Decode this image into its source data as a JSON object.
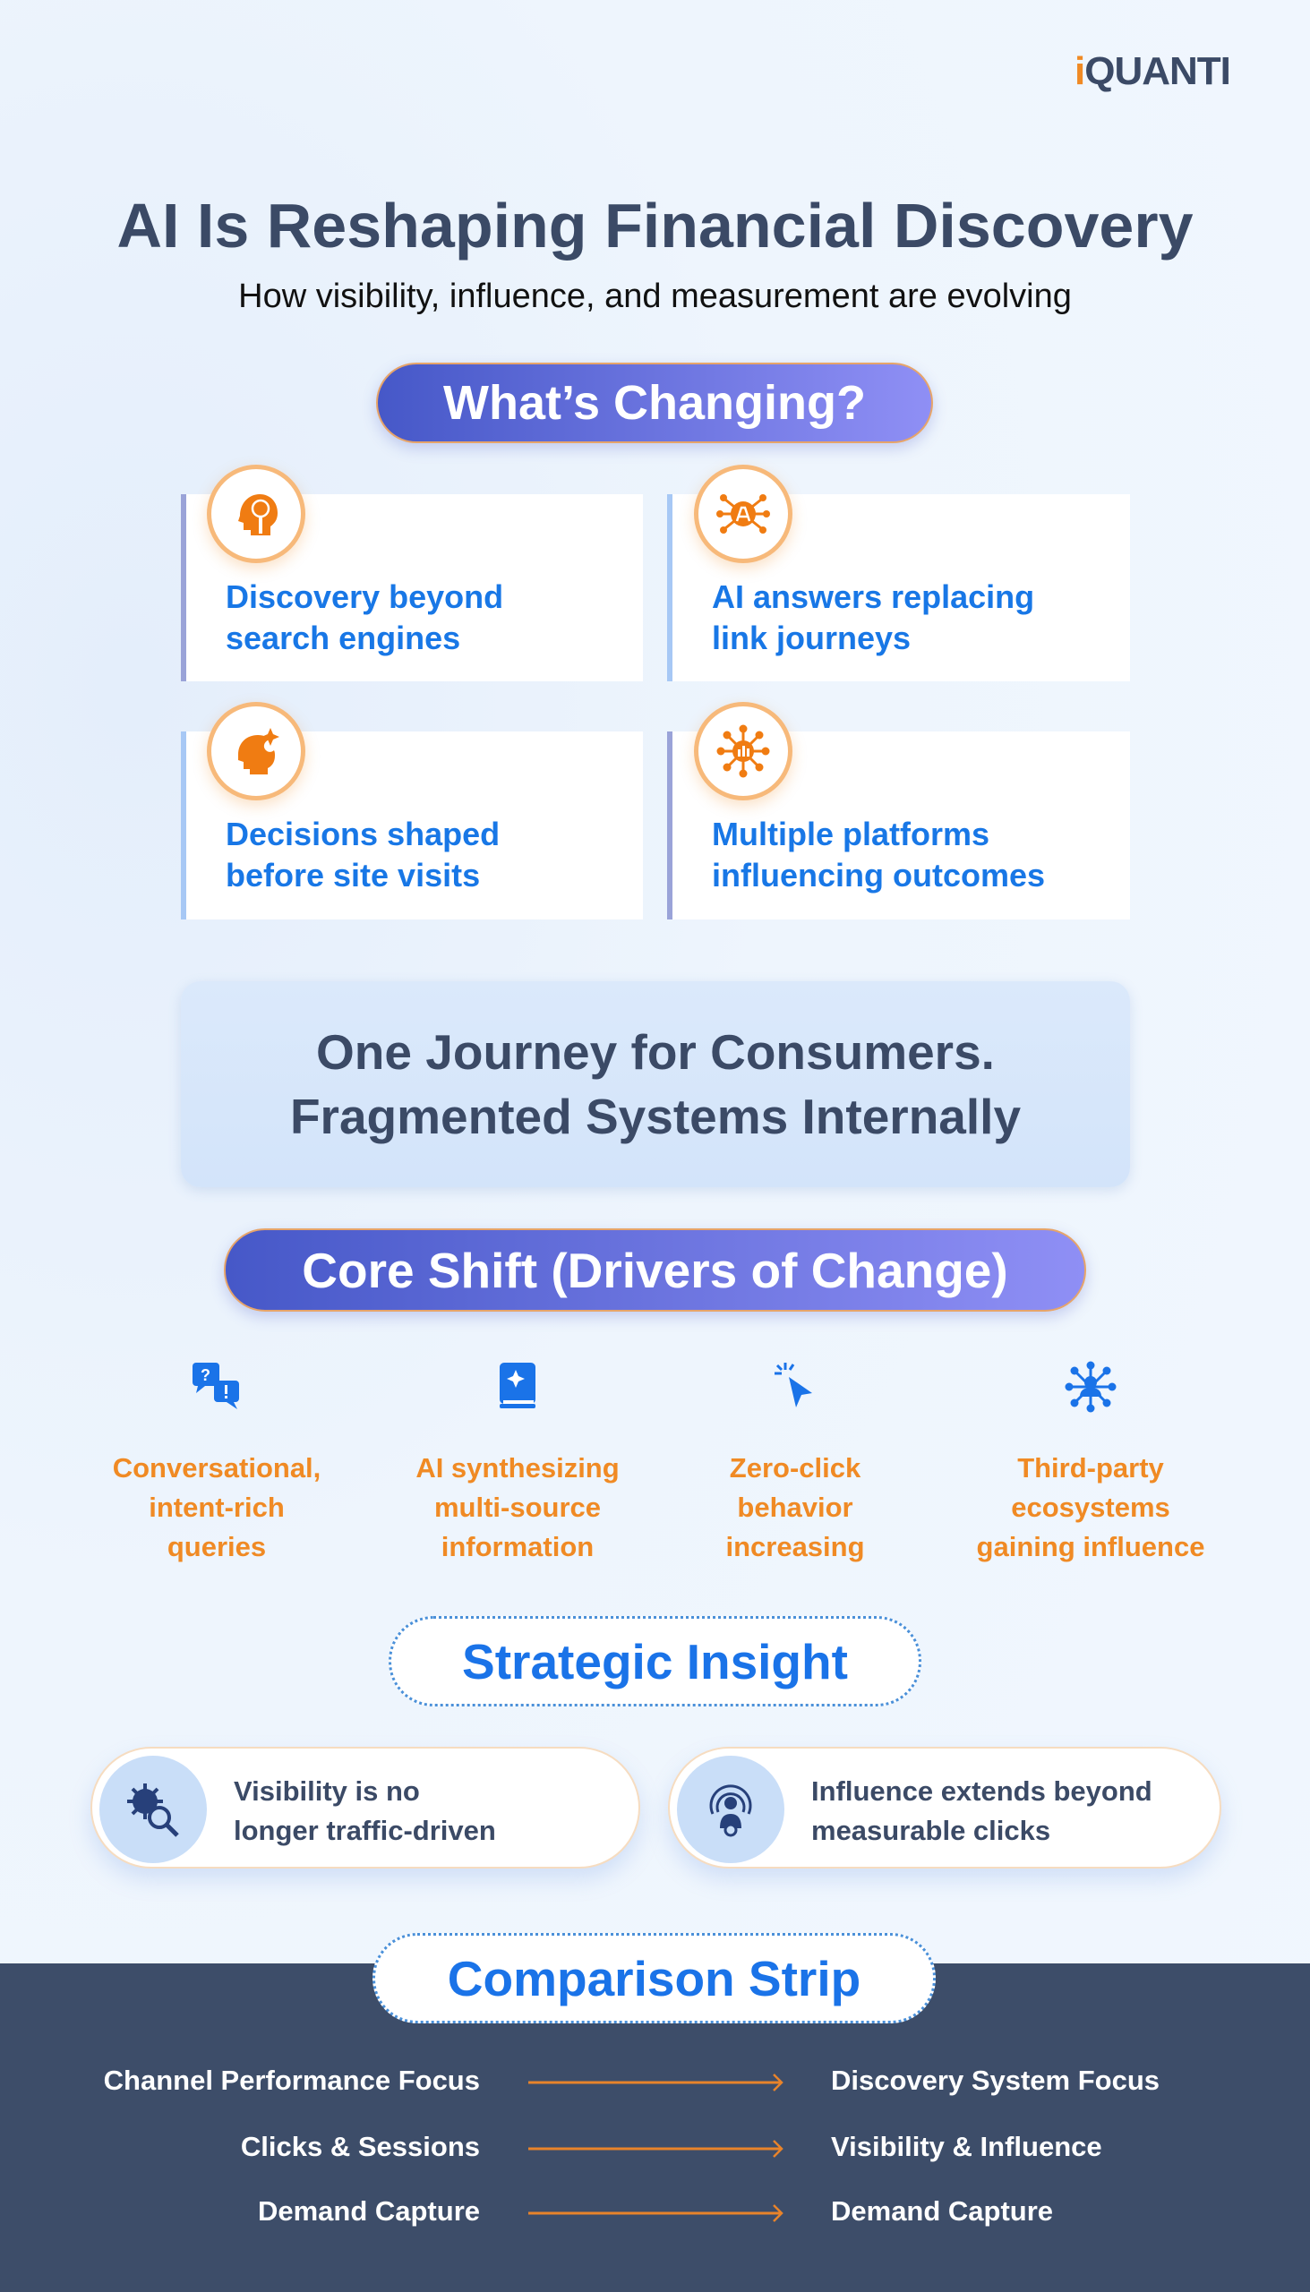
{
  "logo": {
    "text_i": "i",
    "text_rest": "QUANTI"
  },
  "header": {
    "title": "AI Is Reshaping Financial Discovery",
    "subtitle": "How visibility, influence, and measurement are evolving"
  },
  "whats_changing": {
    "heading": "What’s Changing?",
    "cards": [
      {
        "icon": "head-globe-search-icon",
        "line1": "Discovery beyond",
        "line2": "search engines"
      },
      {
        "icon": "ai-network-icon",
        "line1": "AI answers replacing",
        "line2": "link journeys"
      },
      {
        "icon": "head-sparkle-icon",
        "line1": "Decisions shaped",
        "line2": "before site visits"
      },
      {
        "icon": "hub-network-icon",
        "line1": "Multiple platforms",
        "line2": "influencing outcomes"
      }
    ]
  },
  "banner": {
    "line1": "One Journey for Consumers.",
    "line2": "Fragmented Systems Internally"
  },
  "core_shift": {
    "heading": "Core Shift (Drivers of Change)",
    "drivers": [
      {
        "icon": "chat-question-icon",
        "lines": [
          "Conversational,",
          "intent-rich",
          "queries"
        ]
      },
      {
        "icon": "ai-book-icon",
        "lines": [
          "AI synthesizing",
          "multi-source",
          "information"
        ]
      },
      {
        "icon": "cursor-click-icon",
        "lines": [
          "Zero-click",
          "behavior",
          "increasing"
        ]
      },
      {
        "icon": "people-network-icon",
        "lines": [
          "Third-party",
          "ecosystems",
          "gaining influence"
        ]
      }
    ]
  },
  "strategic_insight": {
    "heading": "Strategic Insight",
    "items": [
      {
        "icon": "virus-search-icon",
        "line1": "Visibility is no",
        "line2": "longer traffic-driven"
      },
      {
        "icon": "broadcast-person-icon",
        "line1": "Influence extends beyond",
        "line2": "measurable clicks"
      }
    ]
  },
  "comparison": {
    "heading": "Comparison Strip",
    "rows": [
      {
        "from": "Channel Performance Focus",
        "to": "Discovery System Focus"
      },
      {
        "from": "Clicks & Sessions",
        "to": "Visibility & Influence"
      },
      {
        "from": "Demand Capture",
        "to": "Demand Capture"
      }
    ]
  },
  "colors": {
    "navy": "#3b4a66",
    "orange": "#f08a24",
    "blue": "#1a73e8",
    "strip": "#3d4d69"
  }
}
